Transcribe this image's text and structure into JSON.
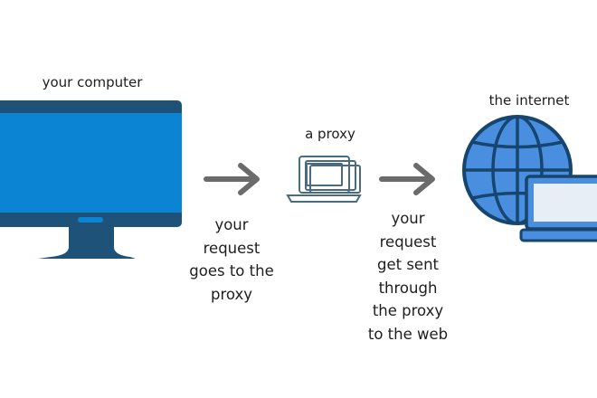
{
  "labels": {
    "computer": "your computer",
    "proxy": "a proxy",
    "internet": "the internet"
  },
  "steps": [
    {
      "lines": [
        "your",
        "request",
        "goes to the",
        "proxy"
      ]
    },
    {
      "lines": [
        "your",
        "request",
        "get sent",
        "through",
        "the proxy",
        "to the web"
      ]
    }
  ],
  "icons": {
    "computer": "desktop-monitor-icon",
    "proxy": "stacked-laptops-icon",
    "internet": "globe-with-laptop-icon",
    "arrow": "right-arrow-icon"
  },
  "colors": {
    "screen": "#0b85d3",
    "bezel": "#1e5279",
    "arrow": "#6b6b6b",
    "proxy": "#4a6a80",
    "globe": "#4a8fdf",
    "globe_line": "#16456f",
    "laptop_screen": "#e8eef5"
  }
}
